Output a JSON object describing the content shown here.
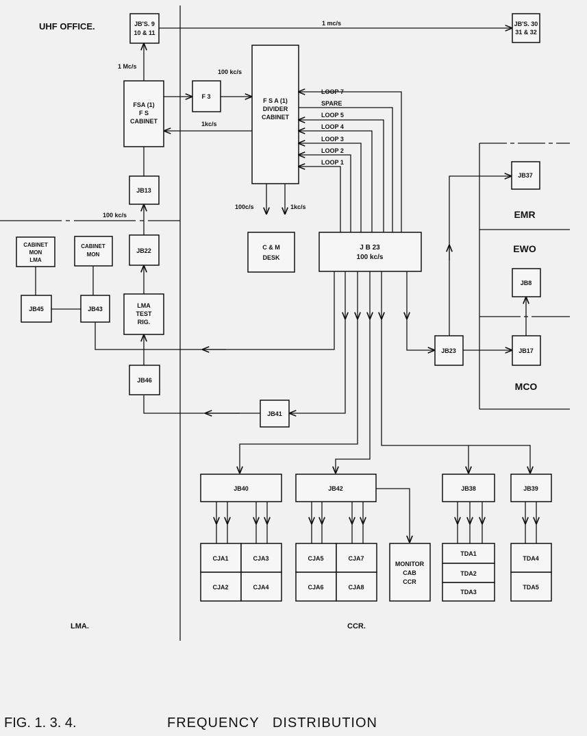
{
  "areas": {
    "uhf_office": "UHF OFFICE.",
    "lma": "LMA.",
    "ccr": "CCR.",
    "emr": "EMR",
    "ewo": "EWO",
    "mco": "MCO"
  },
  "boxes": {
    "jbs_9": [
      "JB'S. 9",
      "10 & 11"
    ],
    "jbs_30": [
      "JB'S. 30",
      "31 & 32"
    ],
    "fsa_fs": [
      "FSA (1)",
      "F S",
      "CABINET"
    ],
    "f3": [
      "F 3"
    ],
    "fsa_divider": [
      "F S A (1)",
      "DIVIDER",
      "CABINET"
    ],
    "jb13": [
      "JB13"
    ],
    "jb22": [
      "JB22"
    ],
    "lma_test": [
      "LMA",
      "TEST",
      "RIG."
    ],
    "cab_mon_lma": [
      "CABINET",
      "MON",
      "LMA"
    ],
    "cab_mon": [
      "CABINET",
      "MON"
    ],
    "jb45": [
      "JB45"
    ],
    "jb43": [
      "JB43"
    ],
    "jb46": [
      "JB46"
    ],
    "jb41": [
      "JB41"
    ],
    "cm_desk": [
      "C & M",
      "DESK"
    ],
    "jb23_main": [
      "J B 23",
      "100 kc/s"
    ],
    "jb23": [
      "JB23"
    ],
    "jb37": [
      "JB37"
    ],
    "jb8": [
      "JB8"
    ],
    "jb17": [
      "JB17"
    ],
    "jb40": [
      "JB40"
    ],
    "jb42": [
      "JB42"
    ],
    "jb38": [
      "JB38"
    ],
    "jb39": [
      "JB39"
    ],
    "cja1": [
      "CJA1"
    ],
    "cja2": [
      "CJA2"
    ],
    "cja3": [
      "CJA3"
    ],
    "cja4": [
      "CJA4"
    ],
    "cja5": [
      "CJA5"
    ],
    "cja6": [
      "CJA6"
    ],
    "cja7": [
      "CJA7"
    ],
    "cja8": [
      "CJA8"
    ],
    "monitor_cab": [
      "MONITOR",
      "CAB",
      "CCR"
    ],
    "tda1": [
      "TDA1"
    ],
    "tda2": [
      "TDA2"
    ],
    "tda3": [
      "TDA3"
    ],
    "tda4": [
      "TDA4"
    ],
    "tda5": [
      "TDA5"
    ]
  },
  "signals": {
    "top_1mc": "1 mc/s",
    "up_1mc": "1 Mc/s",
    "f3_100kc": "100 kc/s",
    "back_1kc": "1kc/s",
    "lma_100kc": "100 kc/s",
    "desk_100c": "100c/s",
    "desk_1kc": "1kc/s"
  },
  "loops": [
    "LOOP 7",
    "SPARE",
    "LOOP 5",
    "LOOP 4",
    "LOOP 3",
    "LOOP 2",
    "LOOP 1"
  ],
  "caption": {
    "fig": "FIG. 1. 3. 4.",
    "title": "FREQUENCY   DISTRIBUTION"
  }
}
